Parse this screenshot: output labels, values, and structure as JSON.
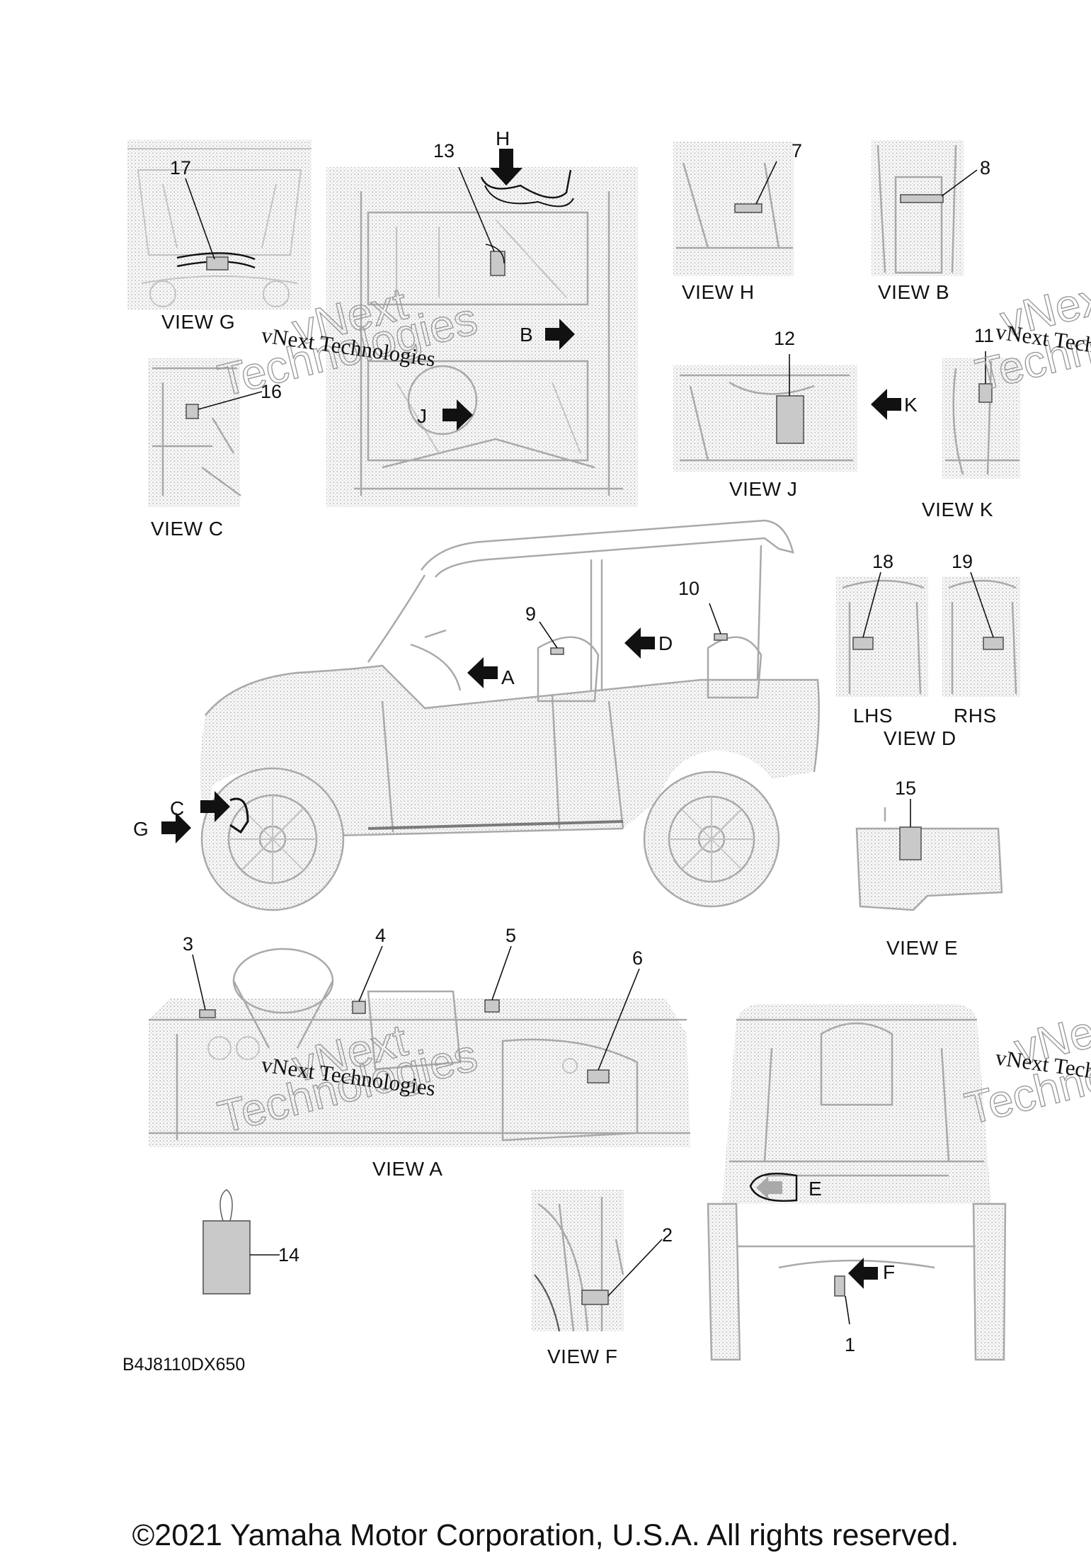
{
  "views": {
    "g": "VIEW G",
    "h": "VIEW H",
    "b": "VIEW B",
    "c": "VIEW C",
    "j": "VIEW J",
    "k": "VIEW K",
    "d": "VIEW D",
    "e": "VIEW E",
    "a": "VIEW A",
    "f": "VIEW F"
  },
  "sides": {
    "lhs": "LHS",
    "rhs": "RHS"
  },
  "arrows": {
    "h": "H",
    "b": "B",
    "j": "J",
    "k": "K",
    "a": "A",
    "d": "D",
    "c": "C",
    "g": "G",
    "e": "E",
    "f": "F"
  },
  "callouts": {
    "n1": "1",
    "n2": "2",
    "n3": "3",
    "n4": "4",
    "n5": "5",
    "n6": "6",
    "n7": "7",
    "n8": "8",
    "n9": "9",
    "n10": "10",
    "n11": "11",
    "n12": "12",
    "n13": "13",
    "n14": "14",
    "n15": "15",
    "n16": "16",
    "n17": "17",
    "n18": "18",
    "n19": "19"
  },
  "watermark": {
    "line1": "vNext Technologies",
    "big_top": "vNext",
    "big_bottom": "Technologies"
  },
  "drawing_code": "B4J8110DX650",
  "copyright": "©2021 Yamaha Motor Corporation, U.S.A. All rights reserved."
}
